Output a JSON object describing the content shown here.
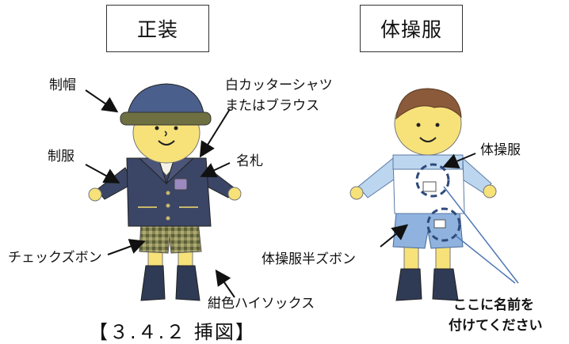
{
  "headings": {
    "formal": "正装",
    "gym": "体操服"
  },
  "formal_labels": {
    "cap": "制帽",
    "shirt_line1": "白カッターシャツ",
    "shirt_line2": "またはブラウス",
    "uniform": "制服",
    "nametag": "名札",
    "shorts": "チェックズボン",
    "socks": "紺色ハイソックス"
  },
  "gym_labels": {
    "gym_shirt": "体操服",
    "gym_shorts": "体操服半ズボン",
    "note_line1": "ここに名前を",
    "note_line2": "付けてください"
  },
  "footer_text": "【３.４.２ 挿図】",
  "colors": {
    "skin": "#f7e27a",
    "cap": "#4a5f8c",
    "jacket": "#3b4566",
    "shorts_check": "#6e7042",
    "sock": "#2f3a55",
    "gym_shirt": "#bcd6ef",
    "gym_shorts": "#8fb3de",
    "hair": "#8a5a3a",
    "callout_circle": "#2e4a7a",
    "pointer_line": "#4f78b5"
  }
}
